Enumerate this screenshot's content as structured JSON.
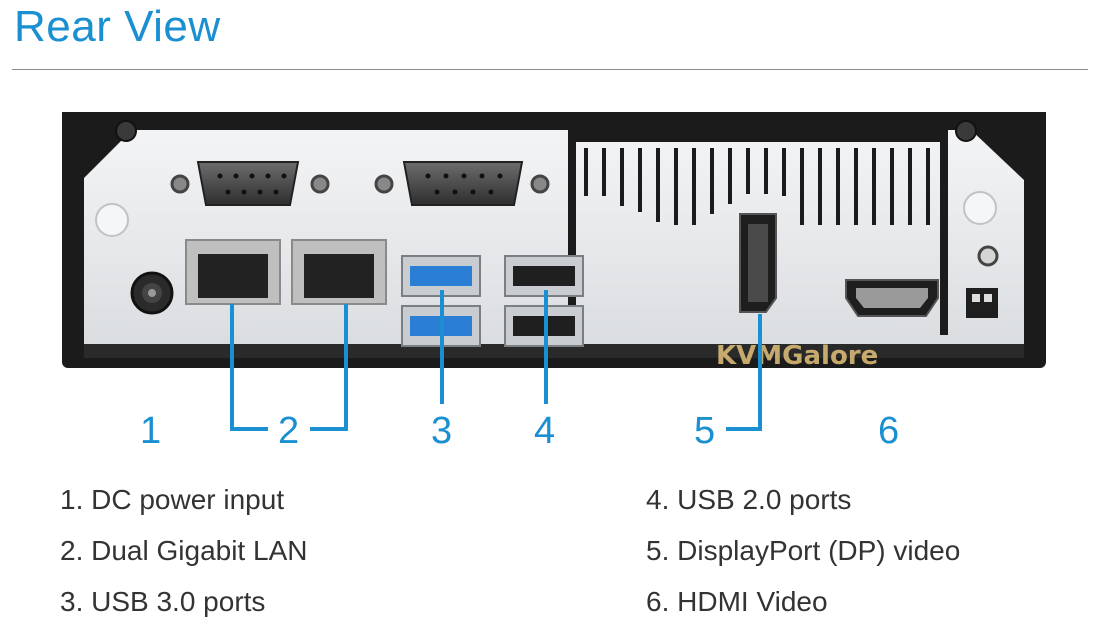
{
  "title": "Rear View",
  "watermark": "KVMGalore",
  "callout_numbers": [
    "1",
    "2",
    "3",
    "4",
    "5",
    "6"
  ],
  "legend": {
    "left": [
      "1.  DC power input",
      "2.  Dual Gigabit LAN",
      "3. USB 3.0 ports"
    ],
    "right": [
      "4.  USB 2.0 ports",
      "5.  DisplayPort (DP) video",
      "6.  HDMI Video"
    ]
  },
  "colors": {
    "accent": "#1a8fd1",
    "chassis": "#1b1b1b",
    "panel": "#e7e9ec",
    "usb3": "#2a7fd4"
  }
}
